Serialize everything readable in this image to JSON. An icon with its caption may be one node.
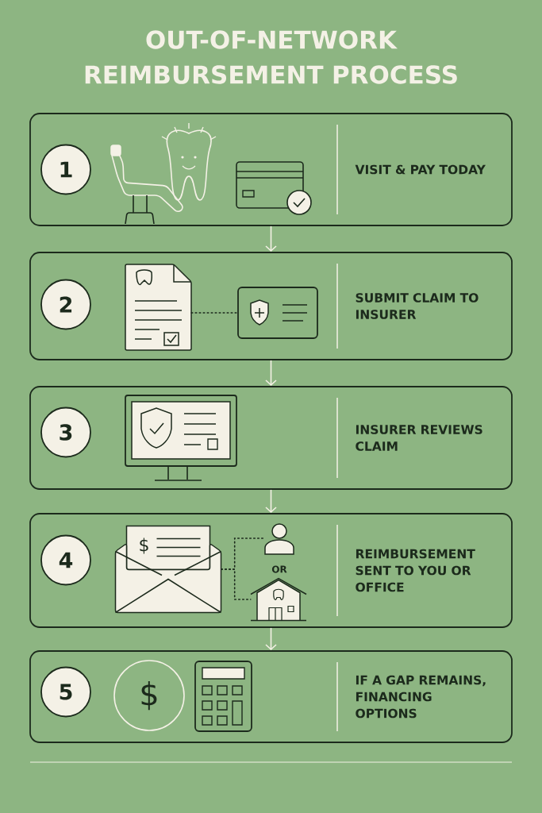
{
  "diagram": {
    "title": "OUT-OF-NETWORK REIMBURSEMENT PROCESS",
    "nodes": [
      {
        "text": [
          "VISIT & PAY TODAY"
        ]
      },
      {
        "text": [
          "1"
        ],
        "in": 0
      },
      {
        "text": [
          "SUBMIT CLAIM TO INSURER"
        ]
      },
      {
        "text": [
          "2"
        ],
        "in": 2
      },
      {
        "text": [],
        "shape": "picture",
        "in": 2
      },
      {
        "text": [],
        "shape": "picture",
        "in": 2
      },
      {
        "text": [
          "INSURER REVIEWS CLAIM"
        ]
      },
      {
        "text": [
          "3"
        ],
        "in": 6
      },
      {
        "text": [
          "REIMBURSEMENT SENT TO YOU OR OFFICE"
        ]
      },
      {
        "text": [
          "4"
        ],
        "in": 8
      },
      {
        "text": [],
        "shape": "picture",
        "in": 8
      },
      {
        "text": [],
        "shape": "person",
        "in": 8
      },
      {
        "text": [],
        "shape": "picture",
        "in": 8
      },
      {
        "text": [
          "IF A GAP REMAINS, FINANCING OPTIONS"
        ]
      },
      {
        "text": [
          "5"
        ],
        "in": 13
      }
    ],
    "edges": [
      {
        "from": 0,
        "to": 2,
        "arrow": "to"
      },
      {
        "from": 2,
        "to": 6,
        "arrow": "to"
      },
      {
        "from": 6,
        "to": 8,
        "arrow": "to"
      },
      {
        "from": 8,
        "to": 13,
        "arrow": "to"
      },
      {
        "from": 4,
        "to": 5,
        "arrow": "none",
        "style": "dashed",
        "color": "#1c2a1c"
      },
      {
        "from": 10,
        "to": 11,
        "arrow": "none",
        "style": "dashed",
        "color": "#1c2a1c"
      },
      {
        "from": 10,
        "to": 12,
        "arrow": "none",
        "style": "dashed",
        "color": "#1c2a1c"
      }
    ],
    "labels": [
      "$",
      "OR",
      "$"
    ]
  }
}
